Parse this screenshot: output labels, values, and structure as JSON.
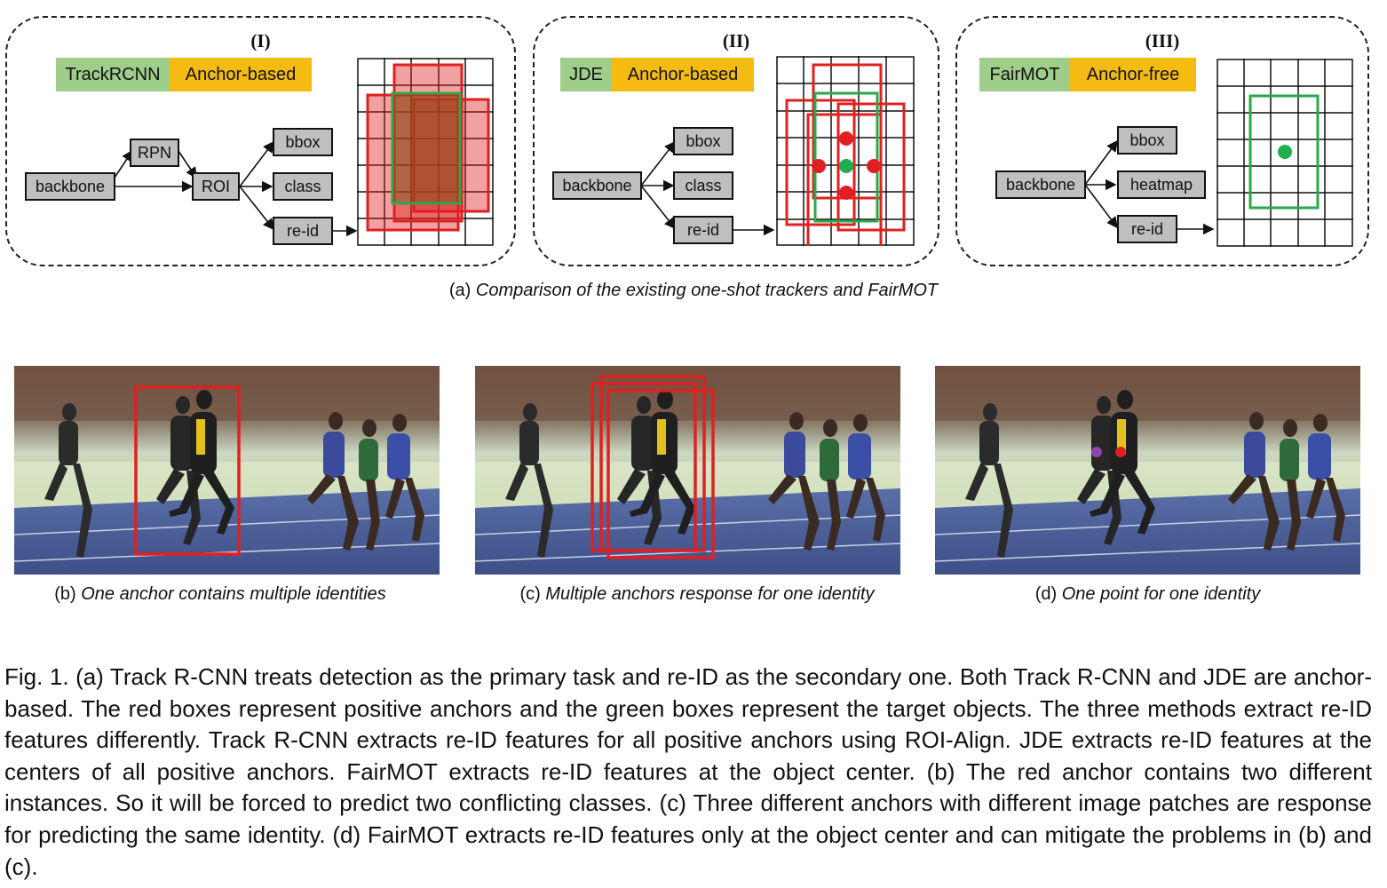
{
  "panels": [
    {
      "numeral": "(I)",
      "method": "TrackRCNN",
      "anchor": "Anchor-based",
      "boxes": {
        "backbone": "backbone",
        "rpn": "RPN",
        "roi": "ROI",
        "bbox": "bbox",
        "class": "class",
        "reid": "re-id"
      }
    },
    {
      "numeral": "(II)",
      "method": "JDE",
      "anchor": "Anchor-based",
      "boxes": {
        "backbone": "backbone",
        "bbox": "bbox",
        "class": "class",
        "reid": "re-id"
      }
    },
    {
      "numeral": "(III)",
      "method": "FairMOT",
      "anchor": "Anchor-free",
      "boxes": {
        "backbone": "backbone",
        "bbox": "bbox",
        "heatmap": "heatmap",
        "reid": "re-id"
      }
    }
  ],
  "caption_a": {
    "prefix": "(a) ",
    "text": "Comparison of the existing one-shot trackers and FairMOT"
  },
  "photos": [
    {
      "prefix": "(b) ",
      "caption": "One anchor contains multiple identities"
    },
    {
      "prefix": "(c) ",
      "caption": "Multiple anchors response for one identity"
    },
    {
      "prefix": "(d) ",
      "caption": "One point for one identity"
    }
  ],
  "figure_caption": "Fig. 1.  (a) Track R-CNN treats detection as the primary task and re-ID as the secondary one. Both Track R-CNN and JDE are anchor-based. The red boxes represent positive anchors and the green boxes represent the target objects. The three methods extract re-ID features differently. Track R-CNN extracts re-ID features for all positive anchors using ROI-Align. JDE extracts re-ID features at the centers of all positive anchors. FairMOT extracts re-ID features at the object center. (b) The red anchor contains two different instances. So it will be forced to predict two conflicting classes. (c) Three different anchors with different image patches are response for predicting the same identity. (d) FairMOT extracts re-ID features only at the object center and can mitigate the problems in (b) and (c).",
  "colors": {
    "method_tag": "#9fcd8a",
    "anchor_tag": "#f5bb10",
    "anchor_box": "#e02020",
    "target_box": "#2aa84a",
    "center_point": "#1fae50",
    "other_point": "#8e44ad"
  }
}
